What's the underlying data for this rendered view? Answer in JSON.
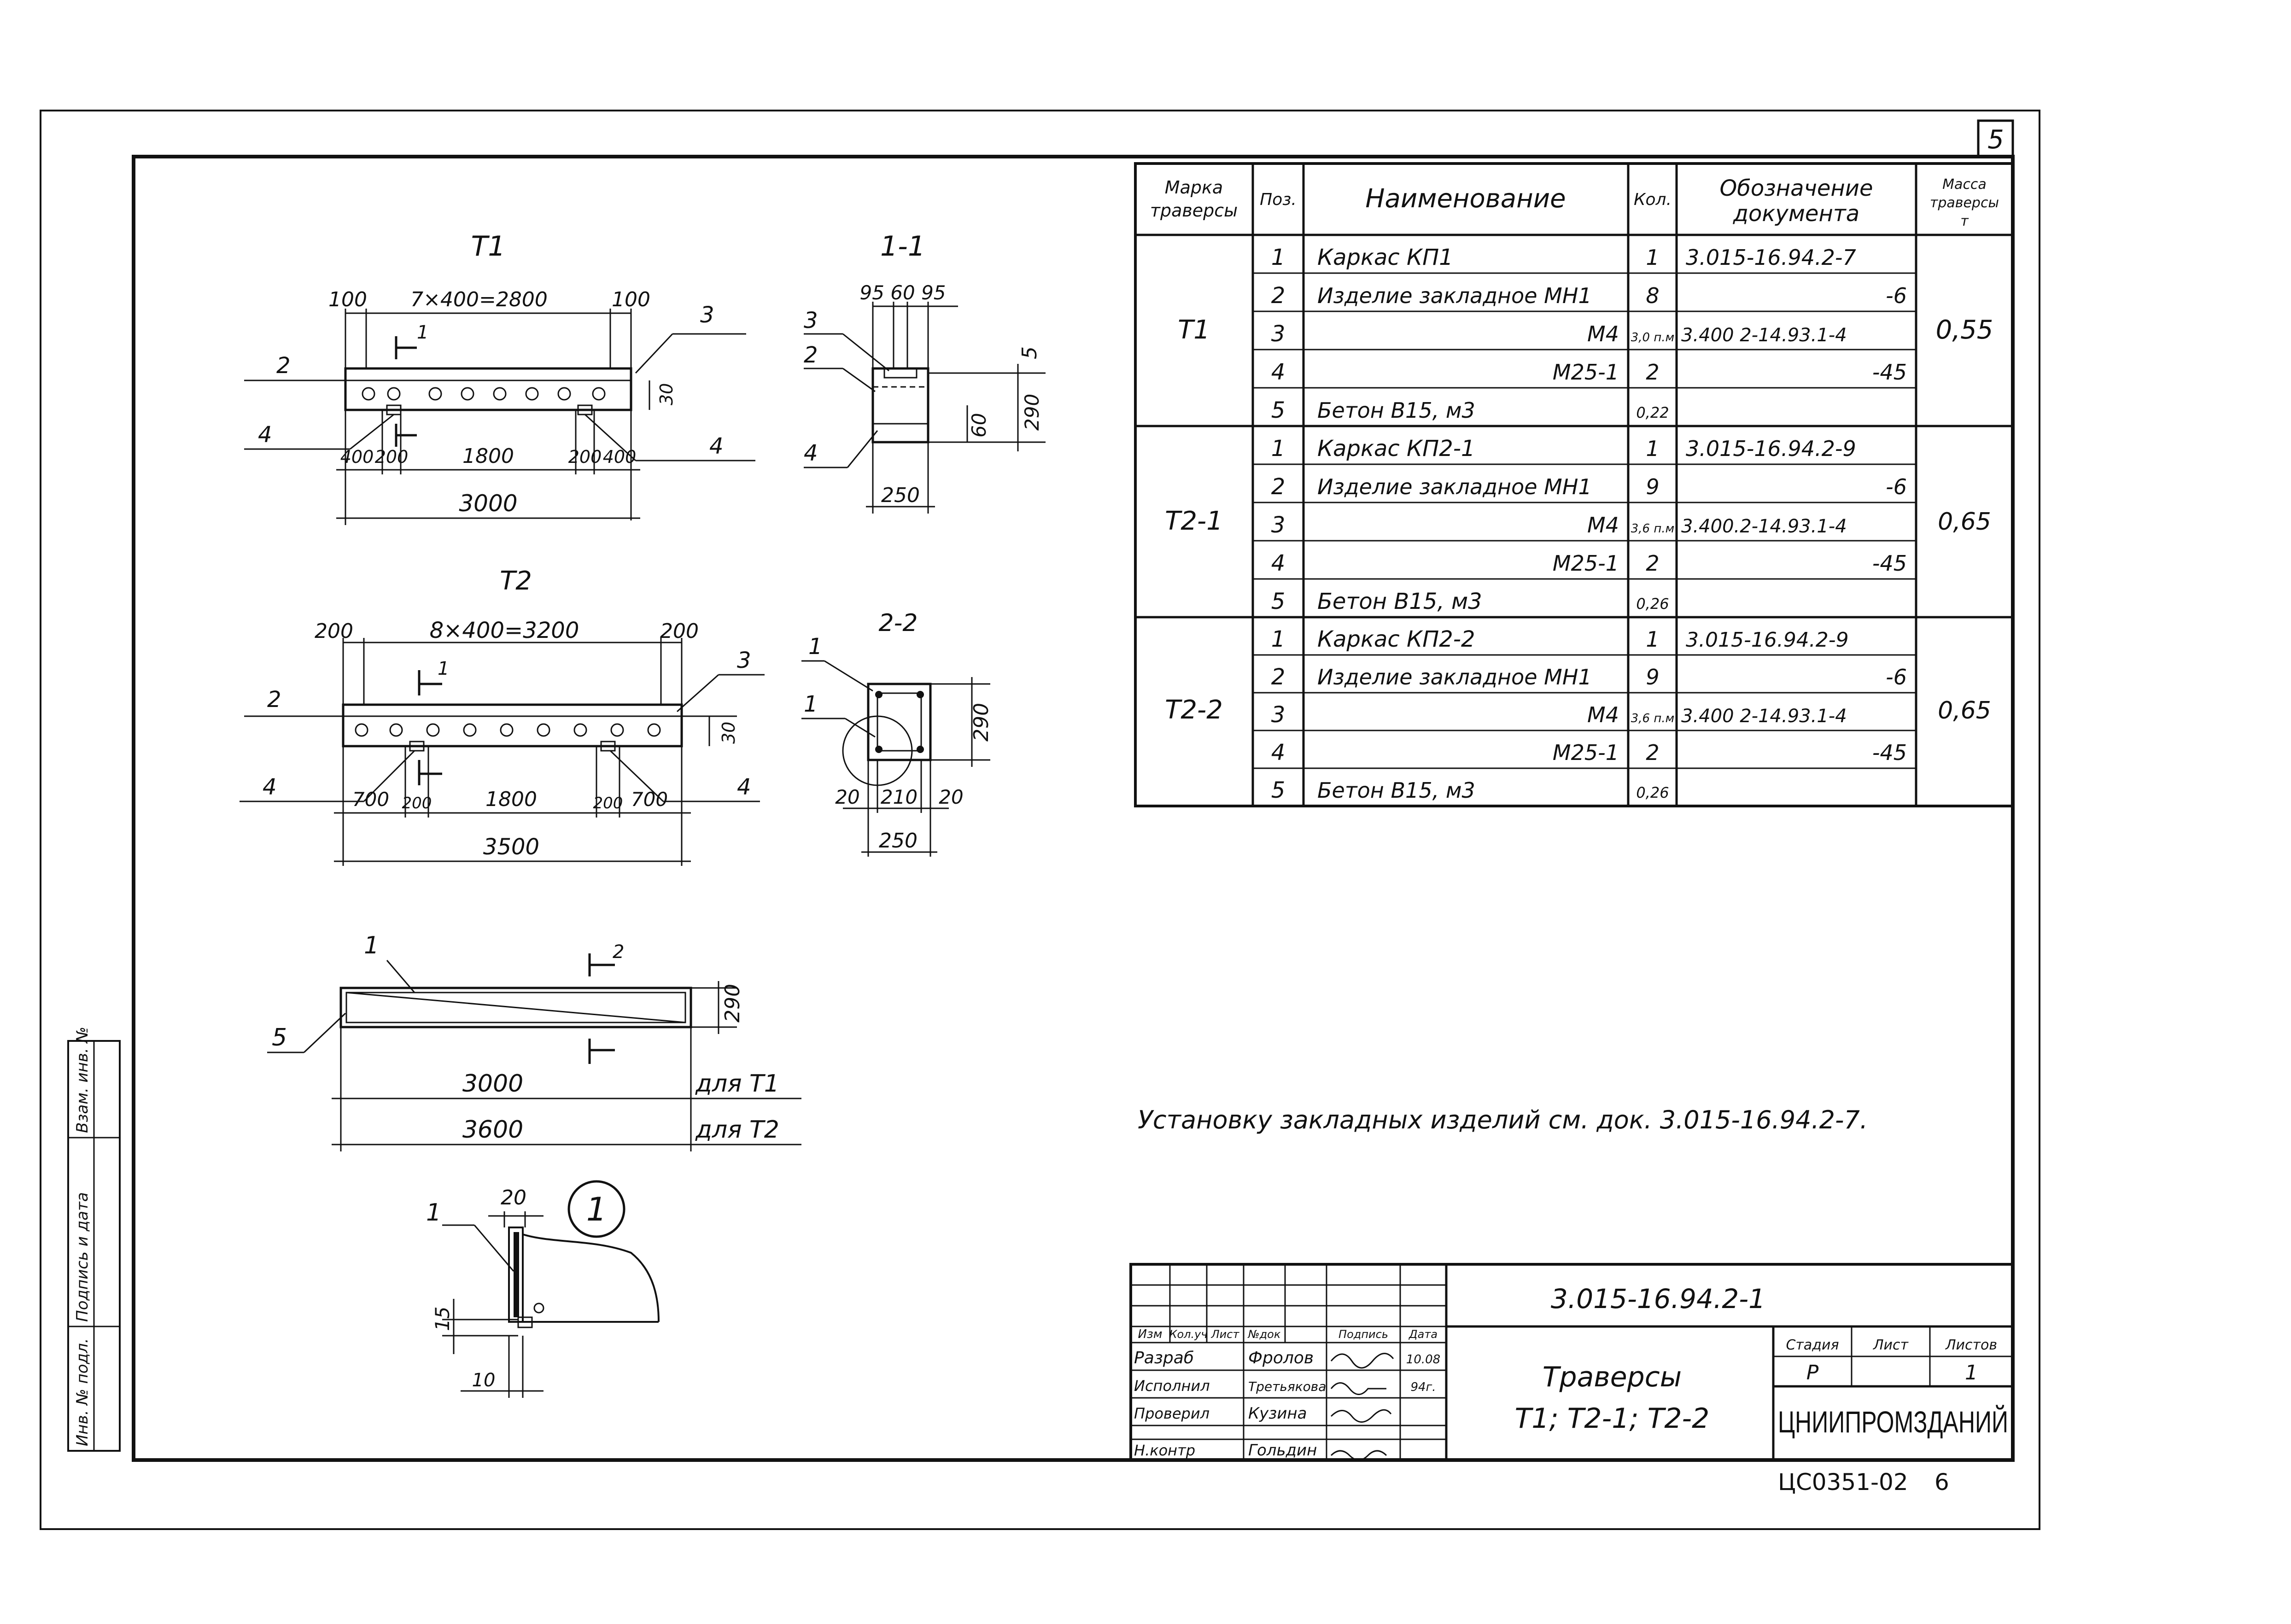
{
  "sheet_number": "5",
  "views": {
    "t1": {
      "title": "Т1",
      "dim_left": "100",
      "dim_middle": "7×400=2800",
      "dim_right": "100",
      "dim_height": "30",
      "dim_bottom": [
        "400",
        "200",
        "1800",
        "200",
        "400"
      ],
      "dim_total": "3000",
      "pos": {
        "p2": "2",
        "p3": "3",
        "p4a": "4",
        "p4b": "4"
      },
      "cut": "1"
    },
    "s11": {
      "title": "1-1",
      "dim_top": "95 60 95",
      "dim_right_a": "5",
      "dim_right_b": "290",
      "dim_right_c": "60",
      "dim_bottom": "250",
      "pos": {
        "p3": "3",
        "p2": "2",
        "p4": "4"
      }
    },
    "t2": {
      "title": "Т2",
      "dim_left": "200",
      "dim_middle": "8×400=3200",
      "dim_right": "200",
      "dim_height": "30",
      "dim_bottom": [
        "700",
        "200",
        "1800",
        "200",
        "700"
      ],
      "dim_total": "3500",
      "pos": {
        "p2": "2",
        "p3": "3",
        "p4a": "4",
        "p4b": "4"
      },
      "cut": "1"
    },
    "s22": {
      "title": "2-2",
      "dim_right": "290",
      "dim_bottom": [
        "20",
        "210",
        "20"
      ],
      "dim_total": "250",
      "pos": {
        "p1a": "1",
        "p1b": "1"
      }
    },
    "beam": {
      "dim_height": "290",
      "row1_value": "3000",
      "row1_label": "для Т1",
      "row2_value": "3600",
      "row2_label": "для Т2",
      "pos": {
        "p1": "1",
        "p5": "5"
      },
      "cut": "2"
    },
    "node": {
      "callout": "1",
      "dim_top": "20",
      "dim_left": "15",
      "dim_bottom": "10",
      "pos": "1"
    }
  },
  "table": {
    "headers": {
      "mark": "Марка траверсы",
      "pos": "Поз.",
      "name": "Наименование",
      "qty": "Кол.",
      "doc": "Обозначение документа",
      "mass": "Масса траверсы, т"
    },
    "groups": [
      {
        "mark": "Т1",
        "mass": "0,55",
        "rows": [
          {
            "pos": "1",
            "name": "Каркас КП1",
            "qty": "1",
            "doc": "3.015-16.94.2-7"
          },
          {
            "pos": "2",
            "name": "Изделие закладное МН1",
            "qty": "8",
            "doc": "-6"
          },
          {
            "pos": "3",
            "name": "М4",
            "qty": "3,0 п.м",
            "doc": "3.400 2-14.93.1-4"
          },
          {
            "pos": "4",
            "name": "М25-1",
            "qty": "2",
            "doc": "-45"
          },
          {
            "pos": "5",
            "name": "Бетон В15, м3",
            "qty": "0,22",
            "doc": ""
          }
        ]
      },
      {
        "mark": "Т2-1",
        "mass": "0,65",
        "rows": [
          {
            "pos": "1",
            "name": "Каркас КП2-1",
            "qty": "1",
            "doc": "3.015-16.94.2-9"
          },
          {
            "pos": "2",
            "name": "Изделие закладное МН1",
            "qty": "9",
            "doc": "-6"
          },
          {
            "pos": "3",
            "name": "М4",
            "qty": "3,6 п.м",
            "doc": "3.400.2-14.93.1-4"
          },
          {
            "pos": "4",
            "name": "М25-1",
            "qty": "2",
            "doc": "-45"
          },
          {
            "pos": "5",
            "name": "Бетон В15, м3",
            "qty": "0,26",
            "doc": ""
          }
        ]
      },
      {
        "mark": "Т2-2",
        "mass": "0,65",
        "rows": [
          {
            "pos": "1",
            "name": "Каркас КП2-2",
            "qty": "1",
            "doc": "3.015-16.94.2-9"
          },
          {
            "pos": "2",
            "name": "Изделие закладное МН1",
            "qty": "9",
            "doc": "-6"
          },
          {
            "pos": "3",
            "name": "М4",
            "qty": "3,6 п.м",
            "doc": "3.400 2-14.93.1-4"
          },
          {
            "pos": "4",
            "name": "М25-1",
            "qty": "2",
            "doc": "-45"
          },
          {
            "pos": "5",
            "name": "Бетон В15, м3",
            "qty": "0,26",
            "doc": ""
          }
        ]
      }
    ]
  },
  "note": "Установку закладных изделий см. док. 3.015-16.94.2-7.",
  "title_block": {
    "code": "3.015-16.94.2-1",
    "title_line1": "Траверсы",
    "title_line2": "Т1; Т2-1; Т2-2",
    "organization": "ЦНИИПРОМЗДАНИЙ",
    "header_cells": [
      "Изм",
      "Кол.уч",
      "Лист",
      "№док",
      "Подпись",
      "Дата"
    ],
    "people": [
      {
        "role": "Разраб",
        "name": "Фролов",
        "date": "10.08"
      },
      {
        "role": "Исполнил",
        "name": "Третьякова",
        "date": "94г."
      },
      {
        "role": "Проверил",
        "name": "Кузина",
        "date": ""
      },
      {
        "role": "Н.контр",
        "name": "Гольдин",
        "date": ""
      }
    ],
    "stage_label": "Стадия",
    "sheet_label": "Лист",
    "sheets_label": "Листов",
    "stage": "Р",
    "sheet": "",
    "sheets": "1"
  },
  "side_stamp": [
    "Инв. № подл.",
    "Подпись и дата",
    "Взам. инв. №"
  ],
  "footer_stamp": "ЦС0351-02",
  "footer_page": "6"
}
